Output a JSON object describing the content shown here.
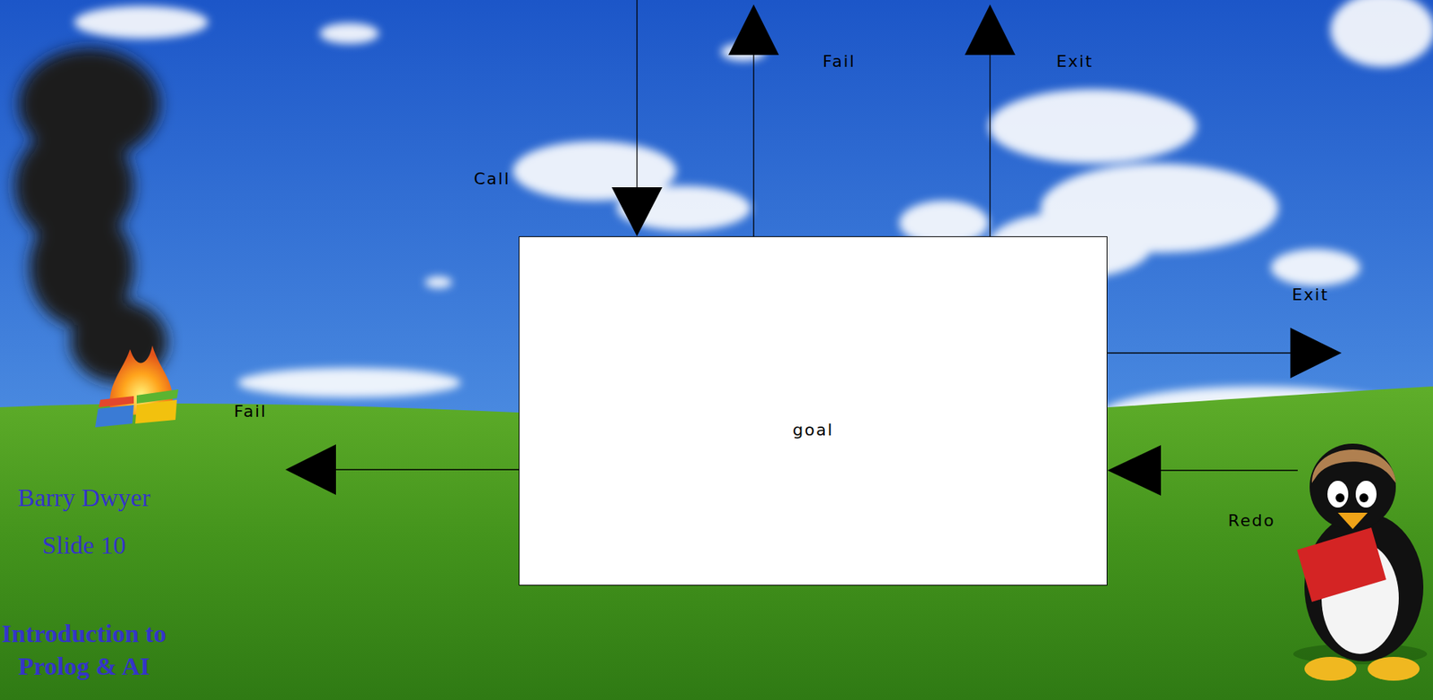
{
  "diagram": {
    "nodes": [
      {
        "text": [
          "goal"
        ]
      }
    ],
    "labels": [
      "Call",
      "Fail",
      "Exit",
      "Exit",
      "Fail",
      "Redo",
      "Barry Dwyer",
      "Slide 10",
      "Introduction to Prolog & AI"
    ]
  }
}
